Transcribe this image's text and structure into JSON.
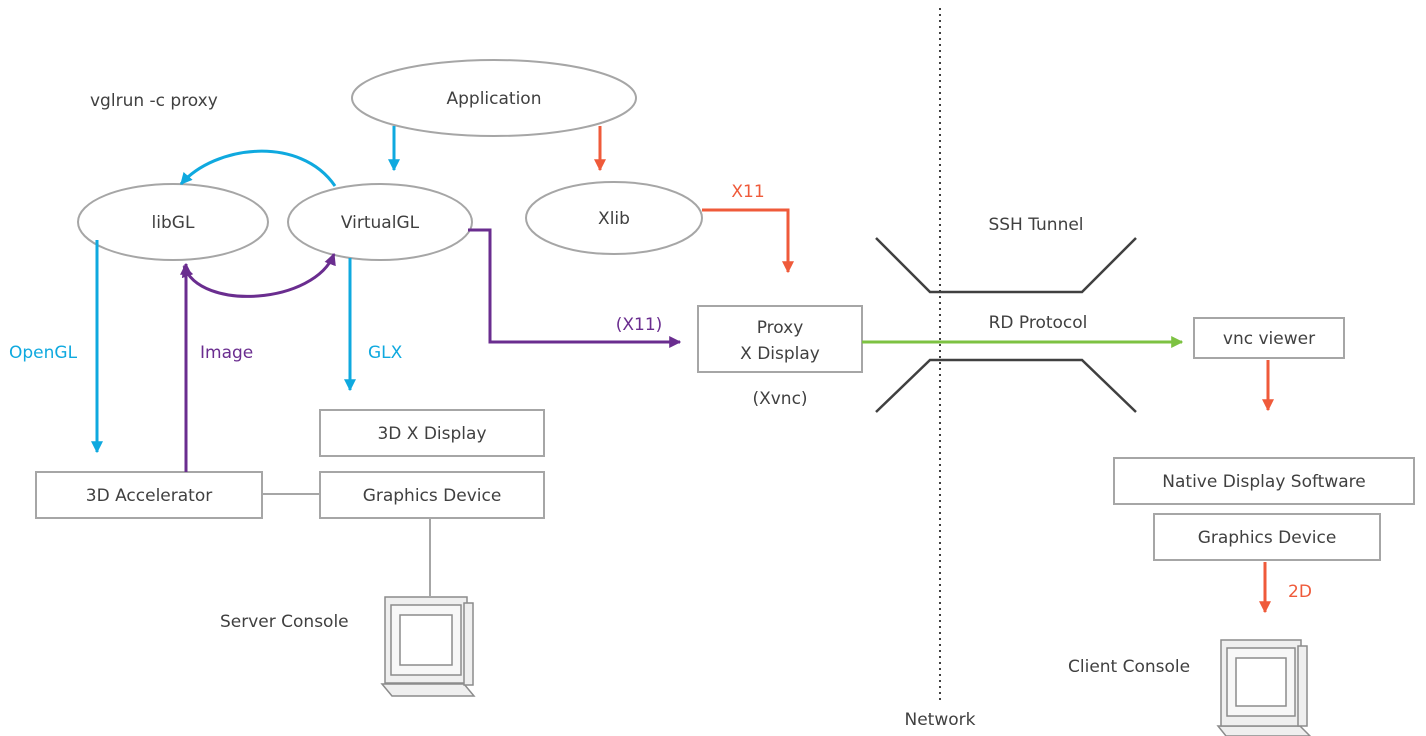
{
  "colors": {
    "opengl_blue": "#0fa9df",
    "x11_orange": "#ef5a3a",
    "image_purple": "#6a2d8f",
    "rd_green": "#7dc242",
    "text_dark": "#404040",
    "box_stroke": "#a6a6a6"
  },
  "command": "vglrun -c proxy",
  "nodes": {
    "application": "Application",
    "libgl": "libGL",
    "virtualgl": "VirtualGL",
    "xlib": "Xlib",
    "proxy_line1": "Proxy",
    "proxy_line2": "X Display",
    "xvnc": "(Xvnc)",
    "display_3d": "3D X Display",
    "graphics_device_server": "Graphics Device",
    "accelerator": "3D Accelerator",
    "vnc_viewer": "vnc viewer",
    "native_display": "Native Display Software",
    "graphics_device_client": "Graphics Device"
  },
  "labels": {
    "x11": "X11",
    "x11_paren": "(X11)",
    "opengl": "OpenGL",
    "image": "Image",
    "glx": "GLX",
    "ssh_tunnel": "SSH Tunnel",
    "rd_protocol": "RD Protocol",
    "two_d": "2D",
    "server_console": "Server Console",
    "client_console": "Client Console",
    "network": "Network"
  },
  "icons": [
    "server-console-monitor-icon",
    "client-console-monitor-icon"
  ]
}
